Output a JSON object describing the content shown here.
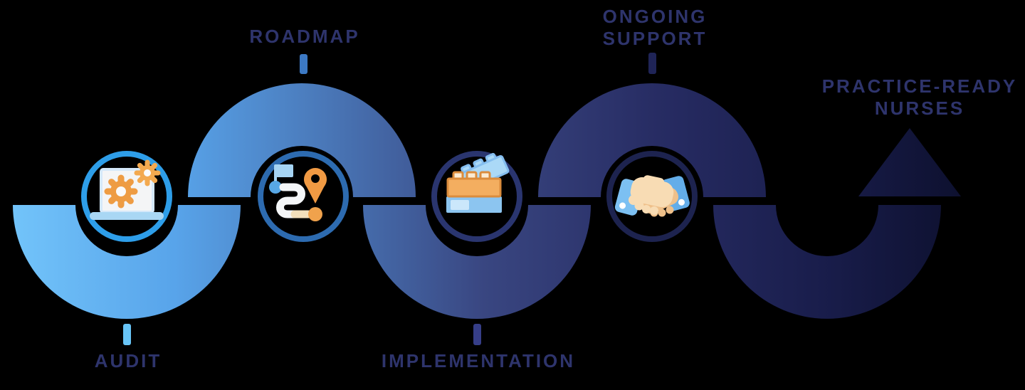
{
  "diagram_title": "nurse-readiness-process-flow",
  "background_color": "#000000",
  "label_color": "#2E346C",
  "ribbon_gradient": [
    "#74C6FB",
    "#58A4EA",
    "#4B7CBD",
    "#394681",
    "#272C63",
    "#191D4B",
    "#0D102E"
  ],
  "steps": [
    {
      "label": "AUDIT",
      "label_position": "below",
      "icon": "laptop-gears-icon",
      "ring_color": "#2E9EE9",
      "tick_color": "#68C4F6"
    },
    {
      "label": "ROADMAP",
      "label_position": "above",
      "icon": "route-map-icon",
      "ring_color": "#2D6BB0",
      "tick_color": "#3C79C4"
    },
    {
      "label": "IMPLEMENTATION",
      "label_position": "below",
      "icon": "building-blocks-icon",
      "ring_color": "#2A356F",
      "tick_color": "#363E88"
    },
    {
      "label_line1": "ONGOING",
      "label_line2": "SUPPORT",
      "label_position": "above",
      "icon": "handshake-icon",
      "ring_color": "#1D234F",
      "tick_color": "#1F2457"
    }
  ],
  "outcome": {
    "label_line1": "PRACTICE-READY",
    "label_line2": "NURSES",
    "marker": "up-arrow"
  }
}
